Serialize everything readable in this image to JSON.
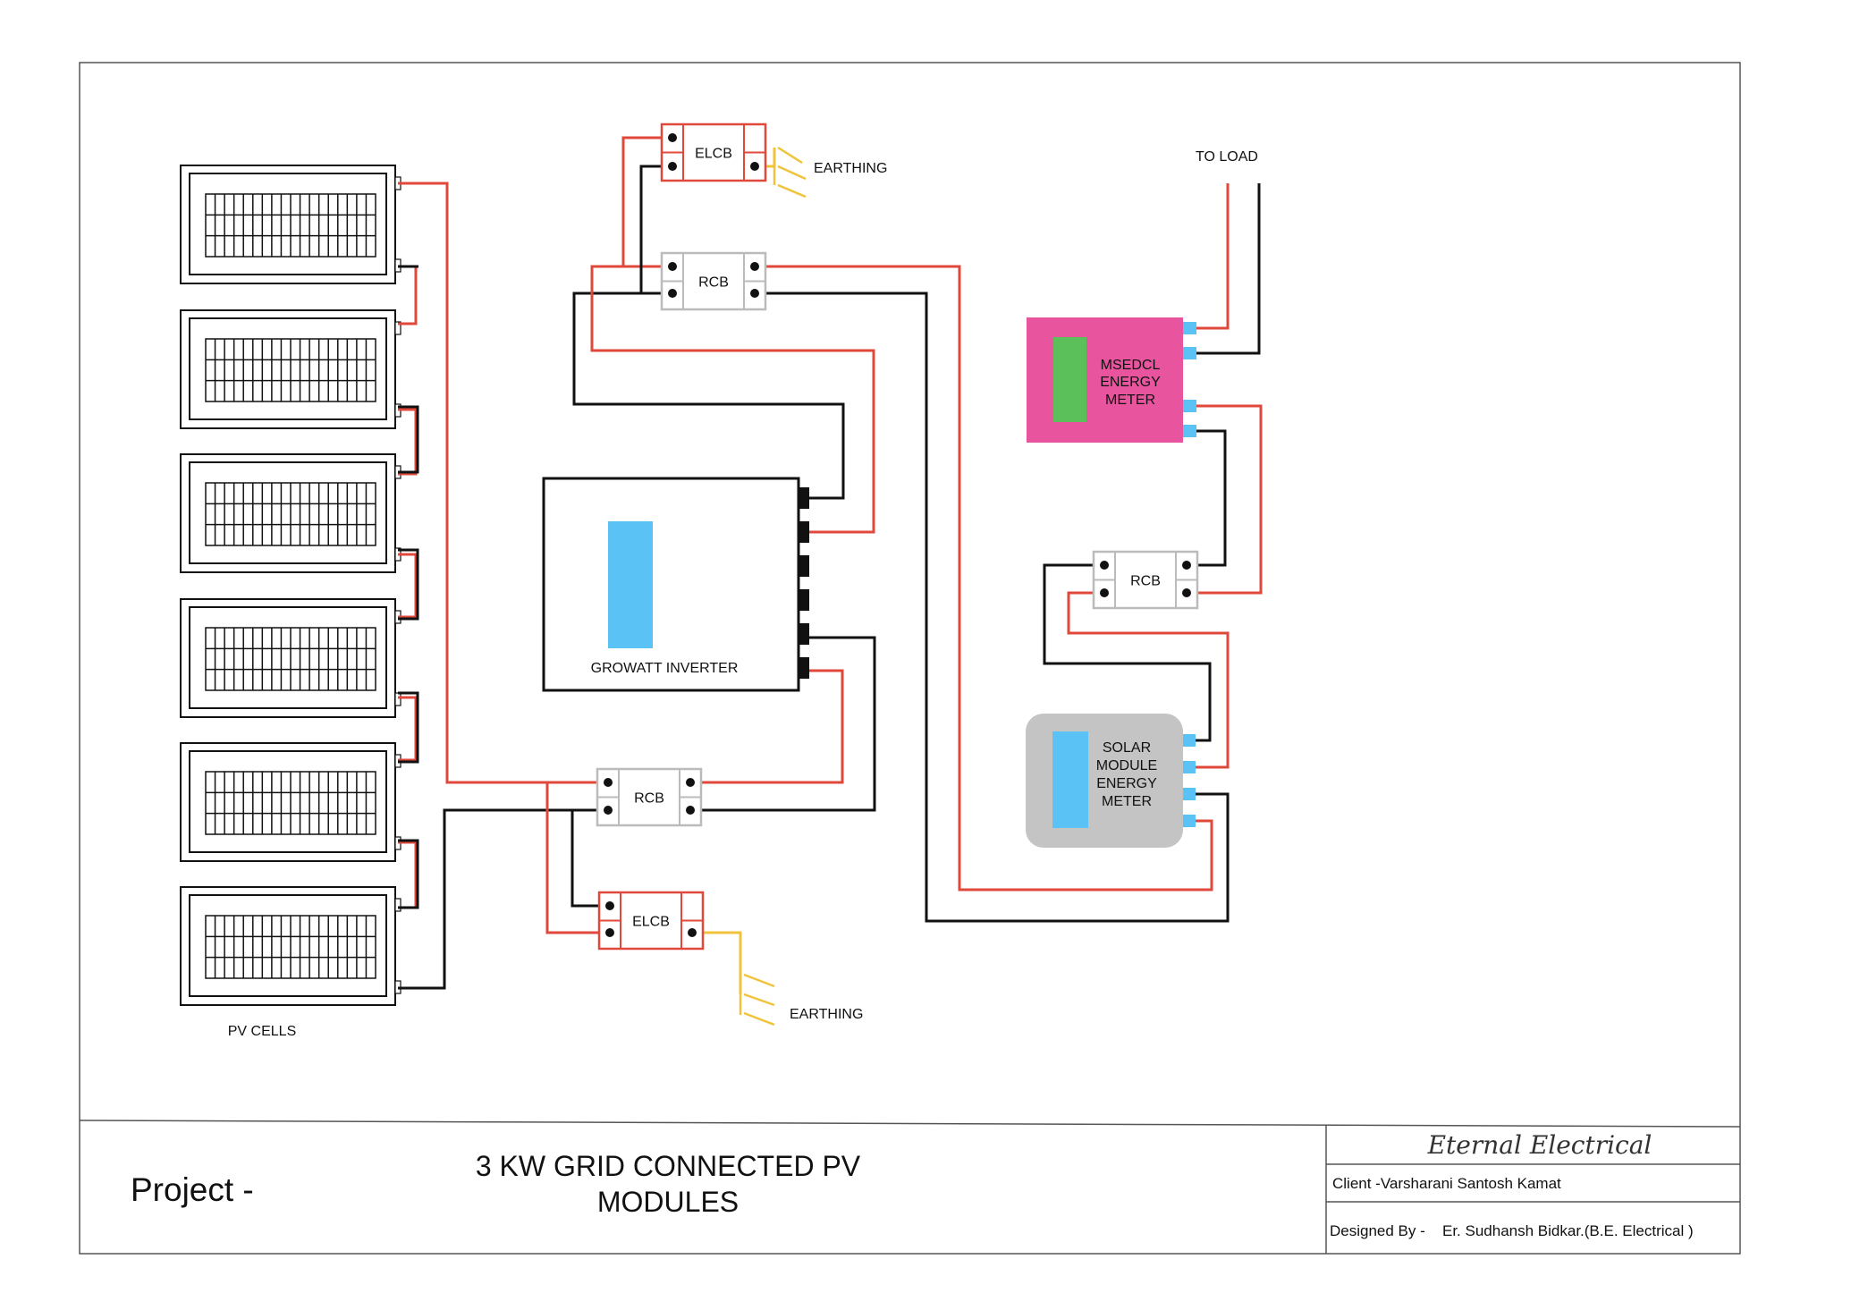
{
  "labels": {
    "pv_cells": "PV CELLS",
    "elcb": "ELCB",
    "rcb": "RCB",
    "earthing": "EARTHING",
    "to_load": "TO LOAD",
    "inverter": "GROWATT INVERTER",
    "msedcl_meter": [
      "MSEDCL",
      "ENERGY",
      "METER"
    ],
    "solar_meter": [
      "SOLAR",
      "MODULE",
      "ENERGY",
      "METER"
    ]
  },
  "title_block": {
    "project_label": "Project -",
    "project_title_line1": "3 KW GRID CONNECTED PV",
    "project_title_line2": "MODULES",
    "company": "Eternal Electrical",
    "client": "Client -Varsharani Santosh Kamat",
    "designed_by_label": "Designed By -",
    "designer": "Er. Sudhansh Bidkar.(B.E. Electrical )"
  },
  "colors": {
    "live_wire": "#e0483c",
    "neutral_wire": "#111111",
    "earth_wire": "#f0c33c",
    "msedcl_meter": "#e8559e",
    "meter_display": "#5cc05a",
    "inverter_display": "#5bc2f5",
    "solar_meter_body": "#c4c4c4",
    "terminal": "#5bc2f5"
  }
}
